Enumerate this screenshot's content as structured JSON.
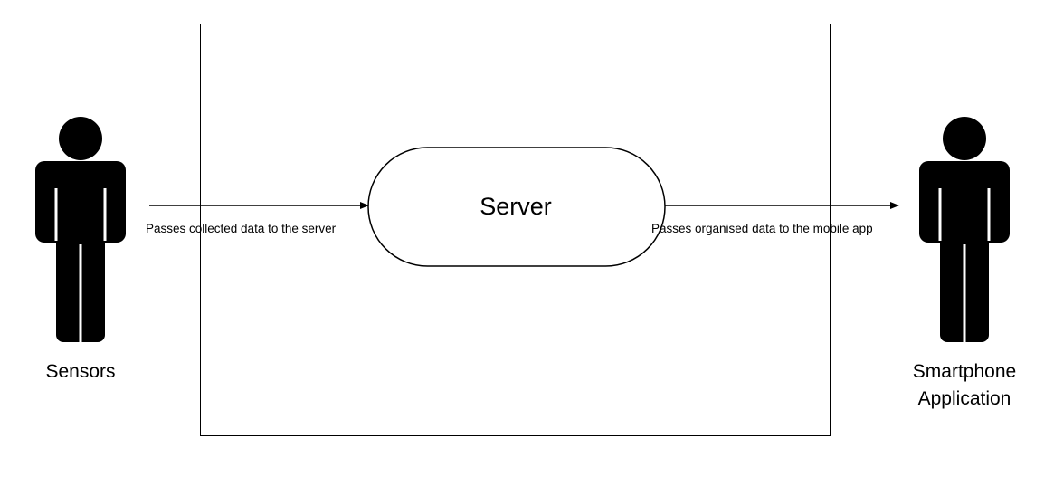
{
  "actors": {
    "left": {
      "label": "Sensors"
    },
    "right": {
      "label_line1": "Smartphone",
      "label_line2": "Application"
    }
  },
  "use_case": {
    "label": "Server"
  },
  "flows": {
    "left": {
      "label": "Passes collected data to the server"
    },
    "right": {
      "label": "Passes organised data to the mobile app"
    }
  },
  "colors": {
    "line": "#000000",
    "fill": "#000000",
    "background": "#ffffff"
  }
}
